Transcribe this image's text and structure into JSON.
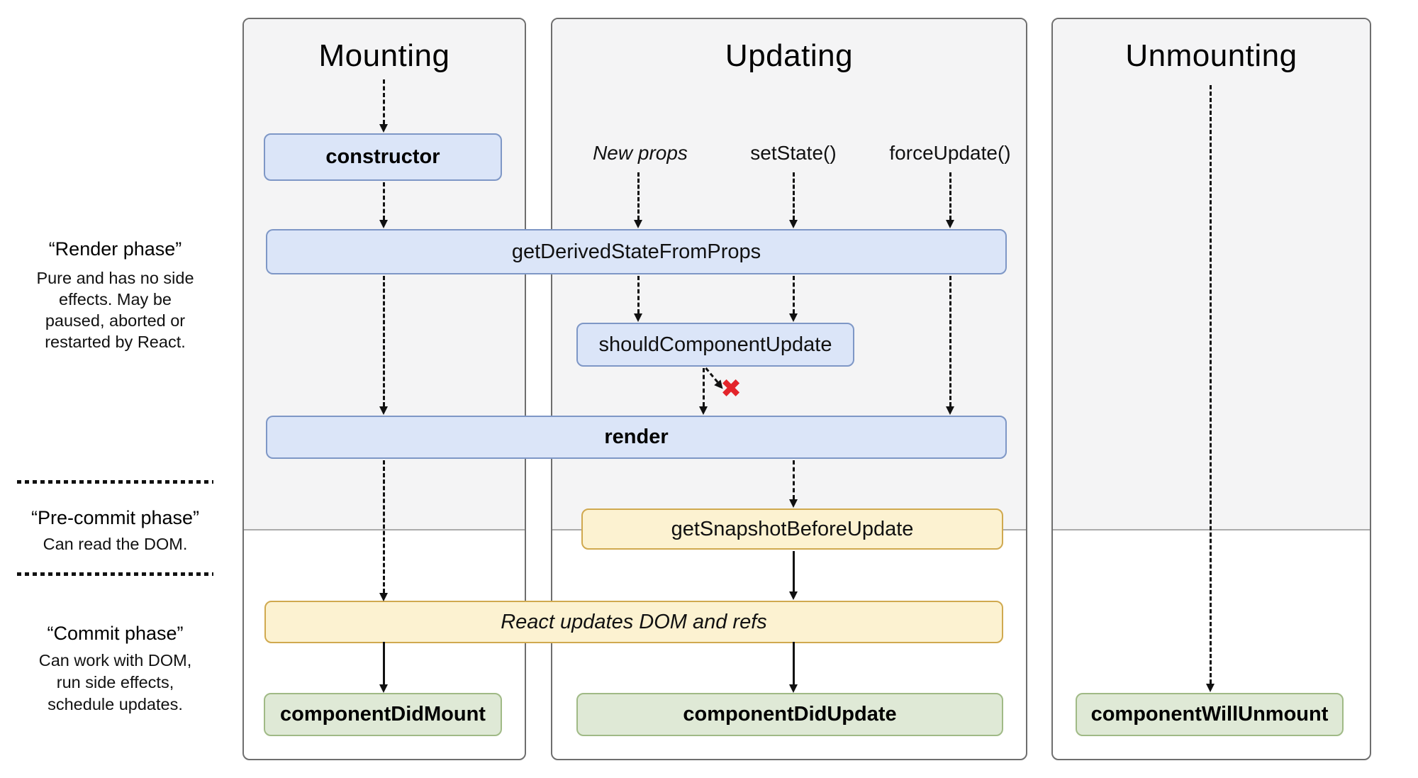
{
  "columns": [
    {
      "title": "Mounting"
    },
    {
      "title": "Updating"
    },
    {
      "title": "Unmounting"
    }
  ],
  "phases": [
    {
      "title": "“Render phase”",
      "desc": "Pure and has no side\neffects. May be\npaused, aborted or\nrestarted by React."
    },
    {
      "title": "“Pre-commit phase”",
      "desc": "Can read the DOM."
    },
    {
      "title": "“Commit phase”",
      "desc": "Can work with DOM,\nrun side effects,\nschedule updates."
    }
  ],
  "triggers": {
    "new_props": "New props",
    "set_state": "setState()",
    "force_update": "forceUpdate()"
  },
  "boxes": {
    "constructor": "constructor",
    "get_derived": "getDerivedStateFromProps",
    "should_update": "shouldComponentUpdate",
    "render": "render",
    "get_snapshot": "getSnapshotBeforeUpdate",
    "react_updates": "React updates DOM and refs",
    "did_mount": "componentDidMount",
    "did_update": "componentDidUpdate",
    "will_unmount": "componentWillUnmount"
  },
  "annotations": {
    "skip_marker": "✖"
  },
  "colors": {
    "blue-fill": "#dbe5f8",
    "blue-border": "#7e97c6",
    "yellow-fill": "#fcf2d1",
    "yellow-border": "#d0a94f",
    "green-fill": "#dfe9d6",
    "green-border": "#a0ba86",
    "panel-gray": "#f4f4f5",
    "panel-border": "#6e6e6e",
    "red": "#e3242b"
  }
}
